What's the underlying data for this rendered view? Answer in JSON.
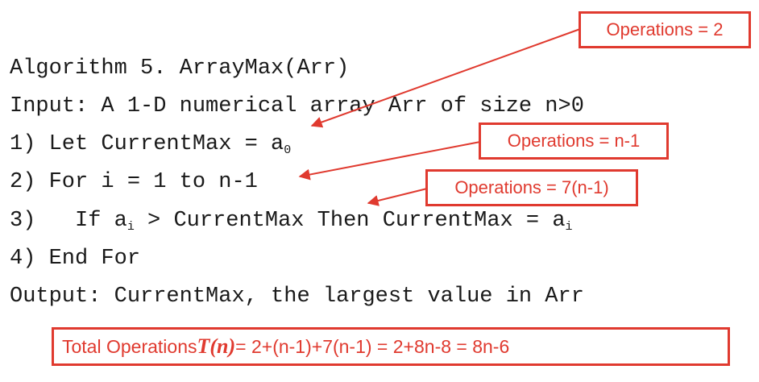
{
  "algorithm": {
    "title": "Algorithm 5. ArrayMax(Arr)",
    "input": "Input: A 1-D numerical array Arr of size n>0",
    "step1_text": "1) Let CurrentMax = a",
    "step1_sub": "0",
    "step2_text": "2) For i = 1 to n-1",
    "step3_a": "3)   If a",
    "step3_sub1": "i",
    "step3_b": " > CurrentMax Then CurrentMax = a",
    "step3_sub2": "i",
    "step4_text": "4) End For",
    "output": "Output: CurrentMax, the largest value in Arr"
  },
  "annotations": {
    "op1": "Operations = 2",
    "op2": "Operations = n-1",
    "op3": "Operations = 7(n-1)"
  },
  "total": {
    "prefix": "Total Operations ",
    "symbol": "T(n)",
    "formula": " = 2+(n-1)+7(n-1) = 2+8n-8 = 8n-6"
  },
  "colors": {
    "accent": "#e03a2f",
    "text": "#1a1a1a"
  }
}
